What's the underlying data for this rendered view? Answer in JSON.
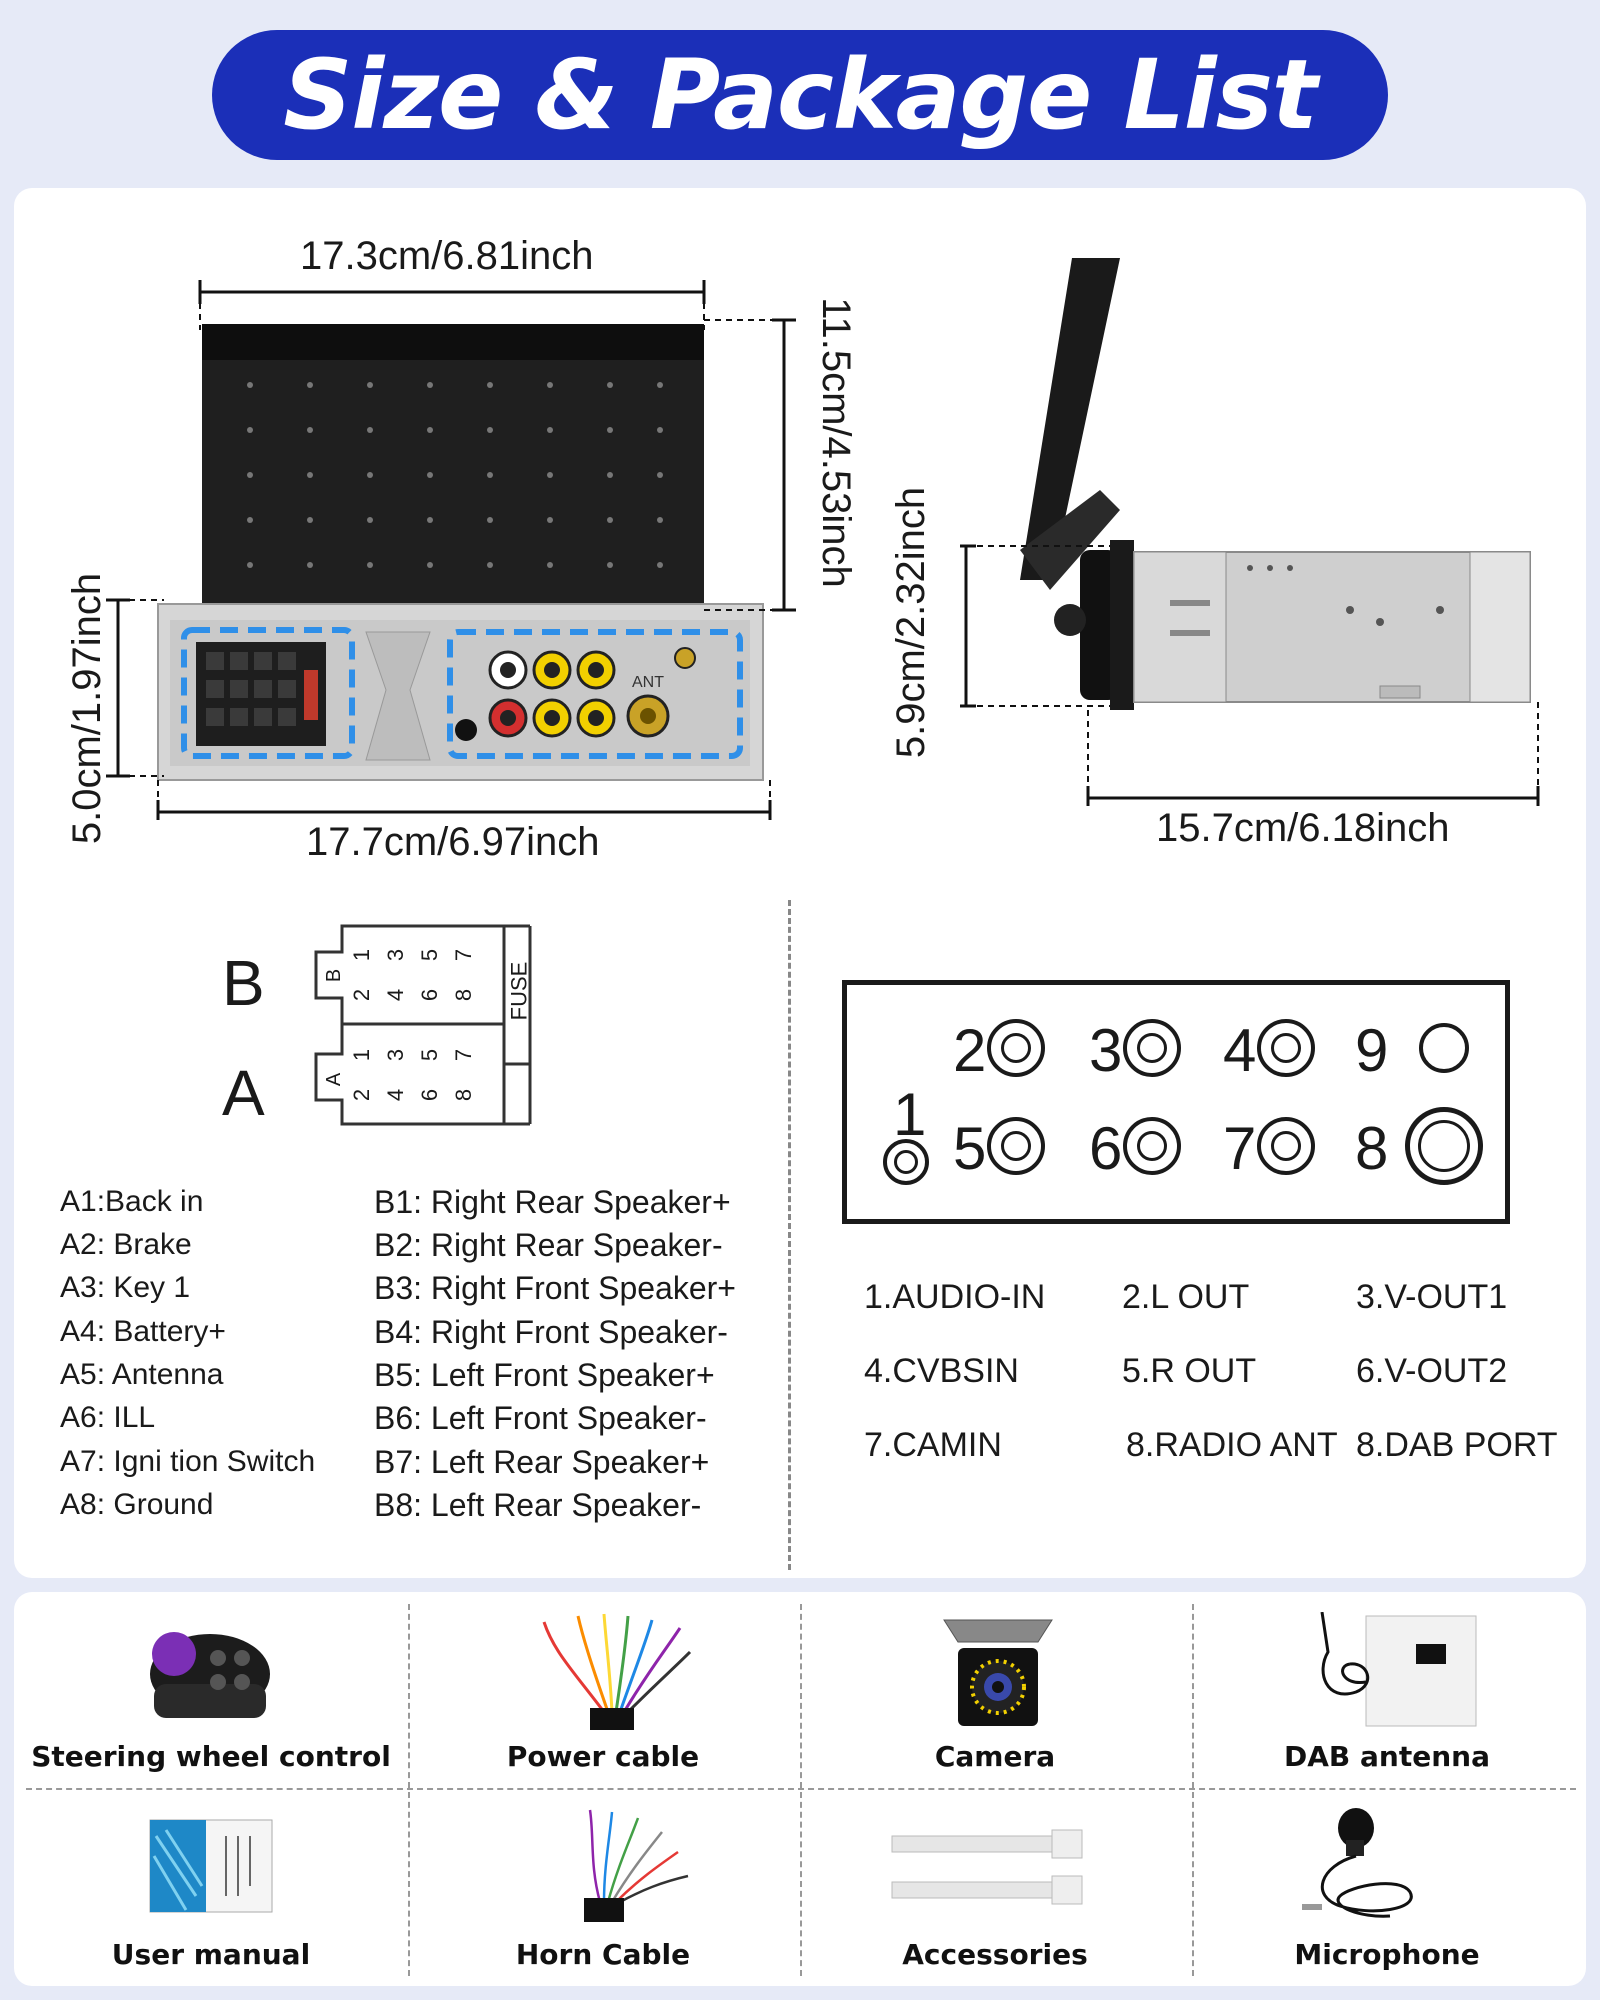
{
  "banner": {
    "title": "Size & Package List"
  },
  "dimensions": {
    "top_width": "17.3cm/6.81inch",
    "screen_height": "11.5cm/4.53inch",
    "body_height": "5.0cm/1.97inch",
    "bottom_width": "17.7cm/6.97inch",
    "side_height": "5.9cm/2.32inch",
    "side_depth": "15.7cm/6.18inch"
  },
  "connector": {
    "label_b": "B",
    "label_a": "A",
    "fuse": "FUSE",
    "row_b_letter": "B",
    "row_a_letter": "A",
    "pins_top": [
      "1",
      "3",
      "5",
      "7"
    ],
    "pins_bottom": [
      "2",
      "4",
      "6",
      "8"
    ]
  },
  "pins_a": [
    "A1:Back    in",
    "A2: Brake",
    "A3: Key 1",
    "A4: Battery+",
    "A5: Antenna",
    "A6: ILL",
    "A7:  Igni tion Switch",
    "A8: Ground"
  ],
  "pins_b": [
    "B1: Right Rear Speaker+",
    "B2: Right Rear Speaker-",
    "B3: Right Front Speaker+",
    "B4: Right Front Speaker-",
    "B5: Left Front Speaker+",
    "B6: Left Front Speaker-",
    "B7: Left Rear Speaker+",
    "B8: Left Rear Speaker-"
  ],
  "port_numbers": [
    "1",
    "2",
    "3",
    "4",
    "5",
    "6",
    "7",
    "8",
    "9"
  ],
  "ports": [
    "1.AUDIO-IN",
    "2.L OUT",
    "3.V-OUT1",
    "4.CVBSIN",
    "5.R OUT",
    "6.V-OUT2",
    "7.CAMIN",
    "8.RADIO ANT",
    "8.DAB PORT"
  ],
  "rear_panel_labels": {
    "ant": "ANT"
  },
  "package": [
    {
      "label": "Steering wheel control",
      "icon": "steering-wheel-control-icon"
    },
    {
      "label": "Power cable",
      "icon": "power-cable-icon"
    },
    {
      "label": "Camera",
      "icon": "camera-icon"
    },
    {
      "label": "DAB antenna",
      "icon": "dab-antenna-icon"
    },
    {
      "label": "User manual",
      "icon": "user-manual-icon"
    },
    {
      "label": "Horn Cable",
      "icon": "horn-cable-icon"
    },
    {
      "label": "Accessories",
      "icon": "accessories-icon"
    },
    {
      "label": "Microphone",
      "icon": "microphone-icon"
    }
  ],
  "colors": {
    "banner": "#1b2fb8",
    "highlight": "#2f8fe8",
    "background": "#e6eaf7"
  }
}
